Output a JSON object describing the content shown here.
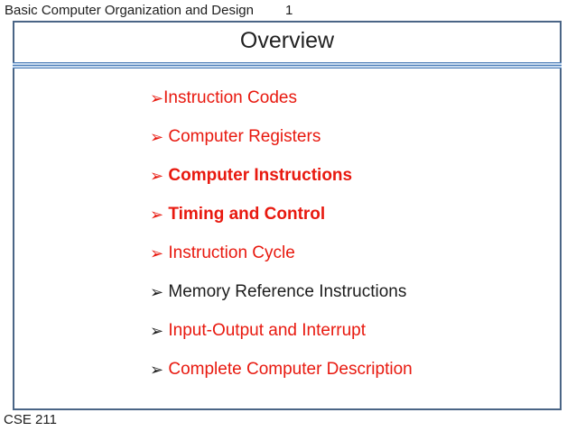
{
  "header": {
    "course_title": "Basic Computer Organization and Design",
    "page_number": "1"
  },
  "slide": {
    "title": "Overview",
    "bullets": [
      {
        "glyph": "➢",
        "text": "Instruction Codes",
        "text_color": "#e8190f",
        "bullet_color": "#e8190f",
        "bold": false
      },
      {
        "glyph": "➢",
        "text": " Computer Registers",
        "text_color": "#e8190f",
        "bullet_color": "#e8190f",
        "bold": false
      },
      {
        "glyph": "➢",
        "text": " Computer Instructions",
        "text_color": "#e8190f",
        "bullet_color": "#e8190f",
        "bold": true
      },
      {
        "glyph": "➢",
        "text": " Timing and Control",
        "text_color": "#e8190f",
        "bullet_color": "#e8190f",
        "bold": true
      },
      {
        "glyph": "➢",
        "text": " Instruction Cycle",
        "text_color": "#e8190f",
        "bullet_color": "#e8190f",
        "bold": false
      },
      {
        "glyph": "➢",
        "text": " Memory Reference Instructions",
        "text_color": "#1d1d1d",
        "bullet_color": "#1d1d1d",
        "bold": false
      },
      {
        "glyph": "➢",
        "text": " Input-Output and Interrupt",
        "text_color": "#e8190f",
        "bullet_color": "#1d1d1d",
        "bold": false
      },
      {
        "glyph": "➢",
        "text": " Complete Computer Description",
        "text_color": "#e8190f",
        "bullet_color": "#1d1d1d",
        "bold": false
      }
    ]
  },
  "footer": {
    "course_code": "CSE 211"
  },
  "colors": {
    "red": "#e8190f",
    "black": "#1d1d1d",
    "frame_border": "#4a6586",
    "rule_dark": "#4c7db8",
    "rule_light": "#c5d8ed"
  }
}
